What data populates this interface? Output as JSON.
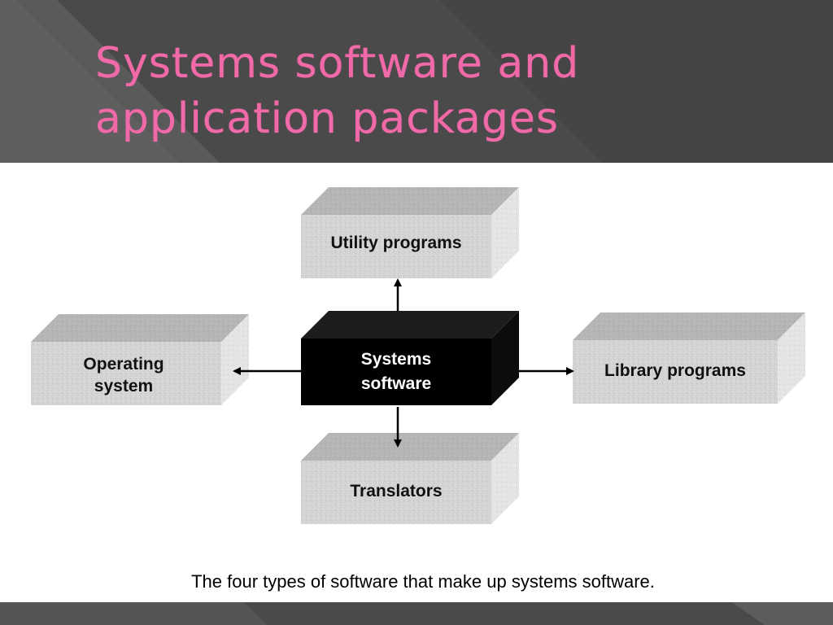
{
  "title": {
    "line1": "Systems software and",
    "line2": "application packages"
  },
  "diagram": {
    "center": {
      "line1": "Systems",
      "line2": "software"
    },
    "nodes": {
      "top": {
        "line1": "Utility programs"
      },
      "left": {
        "line1": "Operating",
        "line2": "system"
      },
      "right": {
        "line1": "Library programs"
      },
      "bottom": {
        "line1": "Translators"
      }
    },
    "caption": "The four types of software that make up systems software."
  },
  "colors": {
    "title_pink": "#f06aa8",
    "header_dark": "#4a4a4a",
    "box_gray": "#d4d4d4",
    "center_black": "#000000"
  }
}
